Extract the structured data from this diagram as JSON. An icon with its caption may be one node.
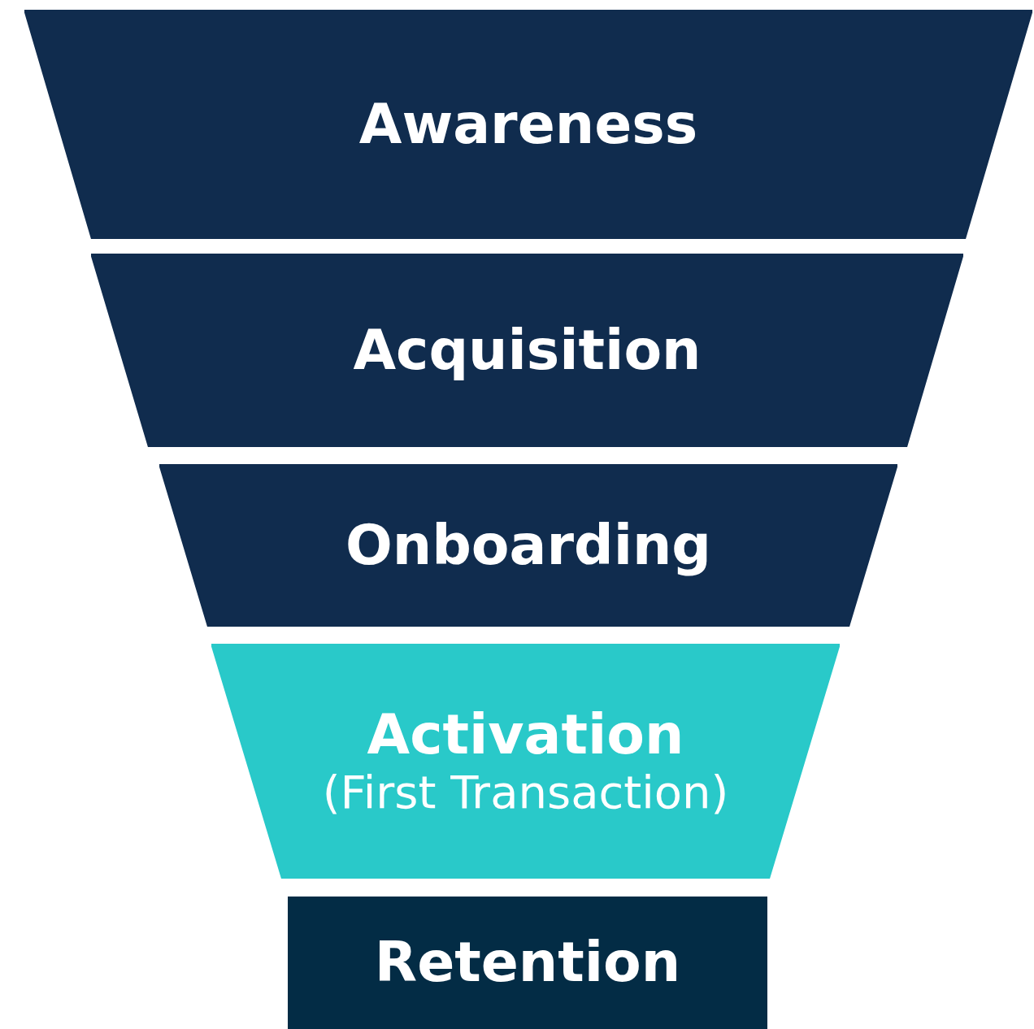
{
  "diagram": {
    "nodes": [
      {
        "text": [
          "Awareness"
        ]
      },
      {
        "text": [
          "Acquisition"
        ]
      },
      {
        "text": [
          "Onboarding"
        ]
      },
      {
        "text": [
          "Activation",
          "(First Transaction)"
        ]
      },
      {
        "text": [
          "Retention"
        ]
      }
    ]
  }
}
